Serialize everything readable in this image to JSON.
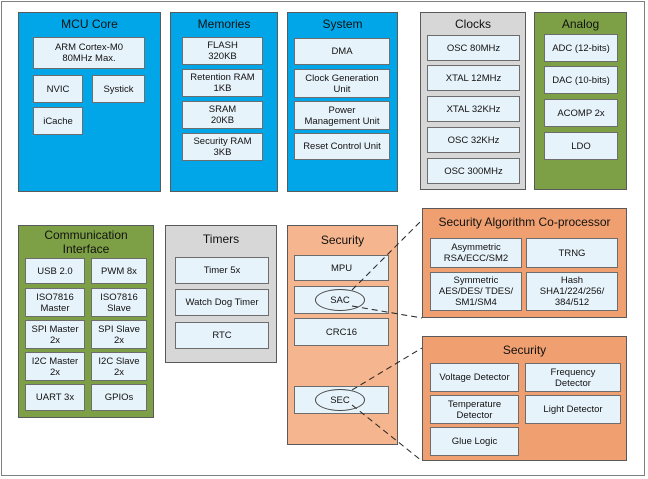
{
  "mcu": {
    "title": "MCU Core",
    "arm": "ARM Cortex-M0\n80MHz Max.",
    "nvic": "NVIC",
    "systick": "Systick",
    "icache": "iCache"
  },
  "mem": {
    "title": "Memories",
    "flash": "FLASH\n320KB",
    "retention": "Retention RAM\n1KB",
    "sram": "SRAM\n20KB",
    "secram": "Security RAM\n3KB"
  },
  "sys": {
    "title": "System",
    "dma": "DMA",
    "clkgen": "Clock Generation\nUnit",
    "power": "Power\nManagement Unit",
    "reset": "Reset Control Unit"
  },
  "clk": {
    "title": "Clocks",
    "items": [
      "OSC 80MHz",
      "XTAL 12MHz",
      "XTAL 32KHz",
      "OSC 32KHz",
      "OSC 300MHz"
    ]
  },
  "analog": {
    "title": "Analog",
    "items": [
      "ADC (12-bits)",
      "DAC (10-bits)",
      "ACOMP 2x",
      "LDO"
    ]
  },
  "comm": {
    "title": "Communication\nInterface",
    "items": [
      "USB 2.0",
      "PWM 8x",
      "ISO7816\nMaster",
      "ISO7816\nSlave",
      "SPI Master\n2x",
      "SPI Slave\n2x",
      "I2C Master\n2x",
      "I2C Slave\n2x",
      "UART 3x",
      "GPIOs"
    ]
  },
  "timers": {
    "title": "Timers",
    "items": [
      "Timer 5x",
      "Watch Dog Timer",
      "RTC"
    ]
  },
  "security": {
    "title": "Security",
    "mpu": "MPU",
    "sac": "SAC",
    "crc": "CRC16",
    "sec": "SEC"
  },
  "algo": {
    "title": "Security Algorithm Co-processor",
    "asym": "Asymmetric\nRSA/ECC/SM2",
    "trng": "TRNG",
    "sym": "Symmetric\nAES/DES/ TDES/\nSM1/SM4",
    "hash": "Hash\nSHA1/224/256/\n384/512"
  },
  "sec2": {
    "title": "Security",
    "volt": "Voltage Detector",
    "freq": "Frequency\nDetector",
    "temp": "Temperature\nDetector",
    "light": "Light Detector",
    "glue": "Glue Logic"
  }
}
